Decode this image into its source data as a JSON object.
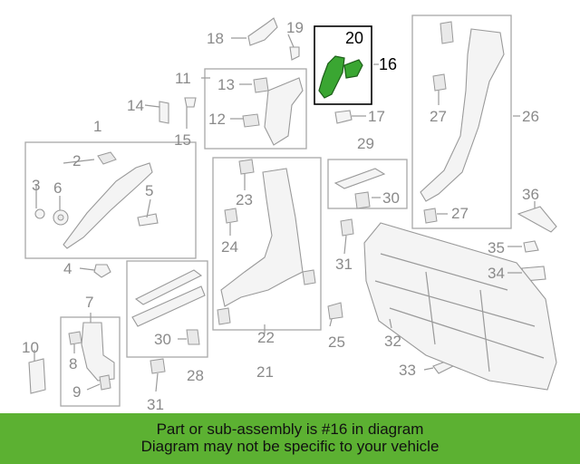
{
  "callouts": {
    "c1": "1",
    "c2": "2",
    "c3": "3",
    "c4": "4",
    "c5": "5",
    "c6": "6",
    "c7": "7",
    "c8": "8",
    "c9": "9",
    "c10": "10",
    "c11": "11",
    "c12": "12",
    "c13": "13",
    "c14": "14",
    "c15": "15",
    "c16": "16",
    "c17": "17",
    "c18": "18",
    "c19": "19",
    "c20": "20",
    "c21": "21",
    "c22": "22",
    "c23": "23",
    "c24": "24",
    "c25": "25",
    "c26": "26",
    "c27a": "27",
    "c27b": "27",
    "c28": "28",
    "c29": "29",
    "c30a": "30",
    "c30b": "30",
    "c31a": "31",
    "c31b": "31",
    "c32": "32",
    "c33": "33",
    "c34": "34",
    "c35": "35",
    "c36": "36"
  },
  "highlight": {
    "part_number": "16",
    "color": "#3aa632"
  },
  "banner": {
    "line1": "Part or sub-assembly is #16 in diagram",
    "line2": "Diagram may not be specific to your vehicle",
    "color": "#5cb132"
  }
}
